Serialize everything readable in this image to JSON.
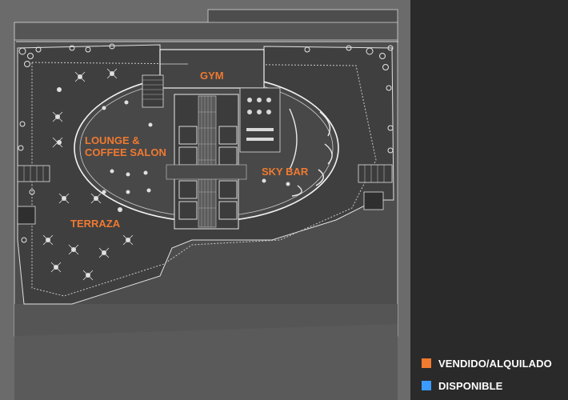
{
  "plan": {
    "labels": {
      "gym": "GYM",
      "lounge": "LOUNGE &\nCOFFEE SALON",
      "sky_bar": "SKY BAR",
      "terraza": "TERRAZA"
    }
  },
  "legend": {
    "items": [
      {
        "label": "VENDIDO/ALQUILADO",
        "color": "#f07a30"
      },
      {
        "label": "DISPONIBLE",
        "color": "#3b9bff"
      }
    ]
  },
  "colors": {
    "background": "#6b6b6b",
    "building_fill": "#4a4a4a",
    "linework": "#d8d8d8",
    "label_accent": "#f07a30",
    "legend_panel": "#2a2a2a"
  }
}
